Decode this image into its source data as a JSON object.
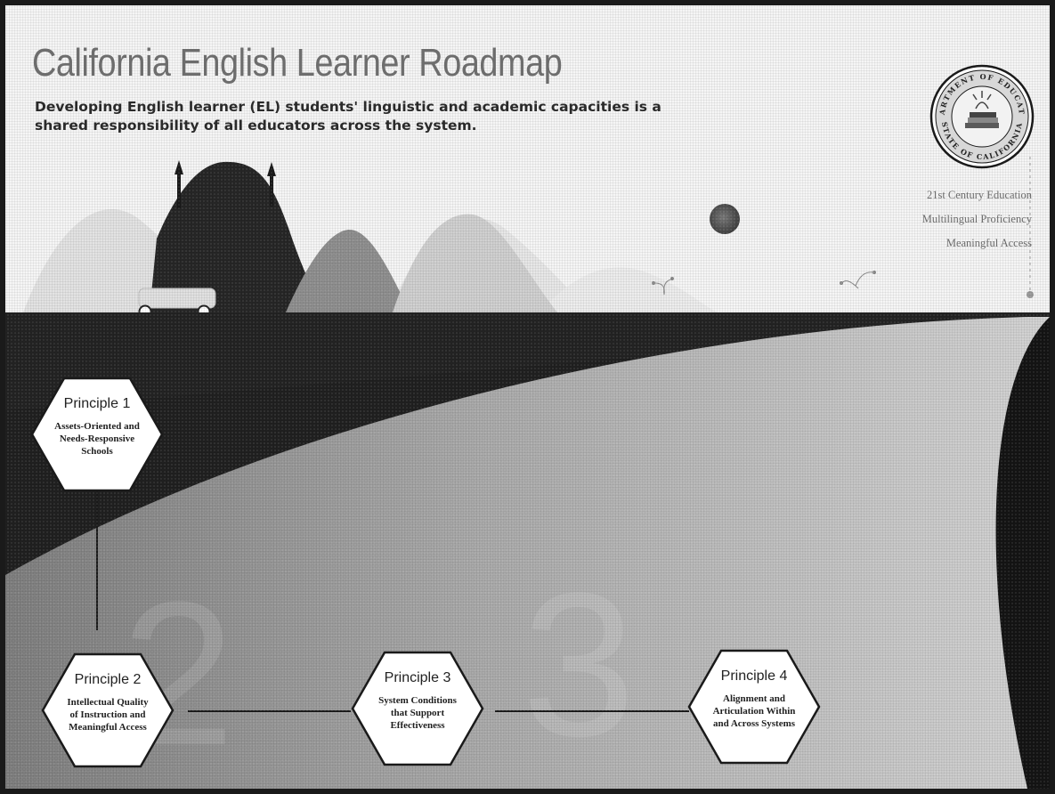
{
  "header": {
    "title": "California English Learner Roadmap",
    "subtitle": "Developing English learner (EL) students' linguistic and academic capacities is a shared responsibility of all educators across the system."
  },
  "goals": [
    "21st Century Education",
    "Multilingual Proficiency",
    "Meaningful Access"
  ],
  "seal": {
    "top_text": "DEPARTMENT OF EDUCATION",
    "bottom_text": "STATE OF CALIFORNIA",
    "icon": "department-of-education-seal-icon"
  },
  "principles": [
    {
      "title": "Principle 1",
      "description": "Assets-Oriented and Needs-Responsive Schools"
    },
    {
      "title": "Principle 2",
      "description": "Intellectual Quality of Instruction and Meaningful Access"
    },
    {
      "title": "Principle 3",
      "description": "System Conditions that Support Effectiveness"
    },
    {
      "title": "Principle 4",
      "description": "Alignment and Articulation Within and Across Systems"
    }
  ],
  "colors": {
    "road_dark": "#1f1f1f",
    "road_light": "#bdbdbd",
    "mountain_dark": "#2a2a2a",
    "mountain_mid": "#8c8c8c",
    "sun": "#5a5a5a"
  }
}
